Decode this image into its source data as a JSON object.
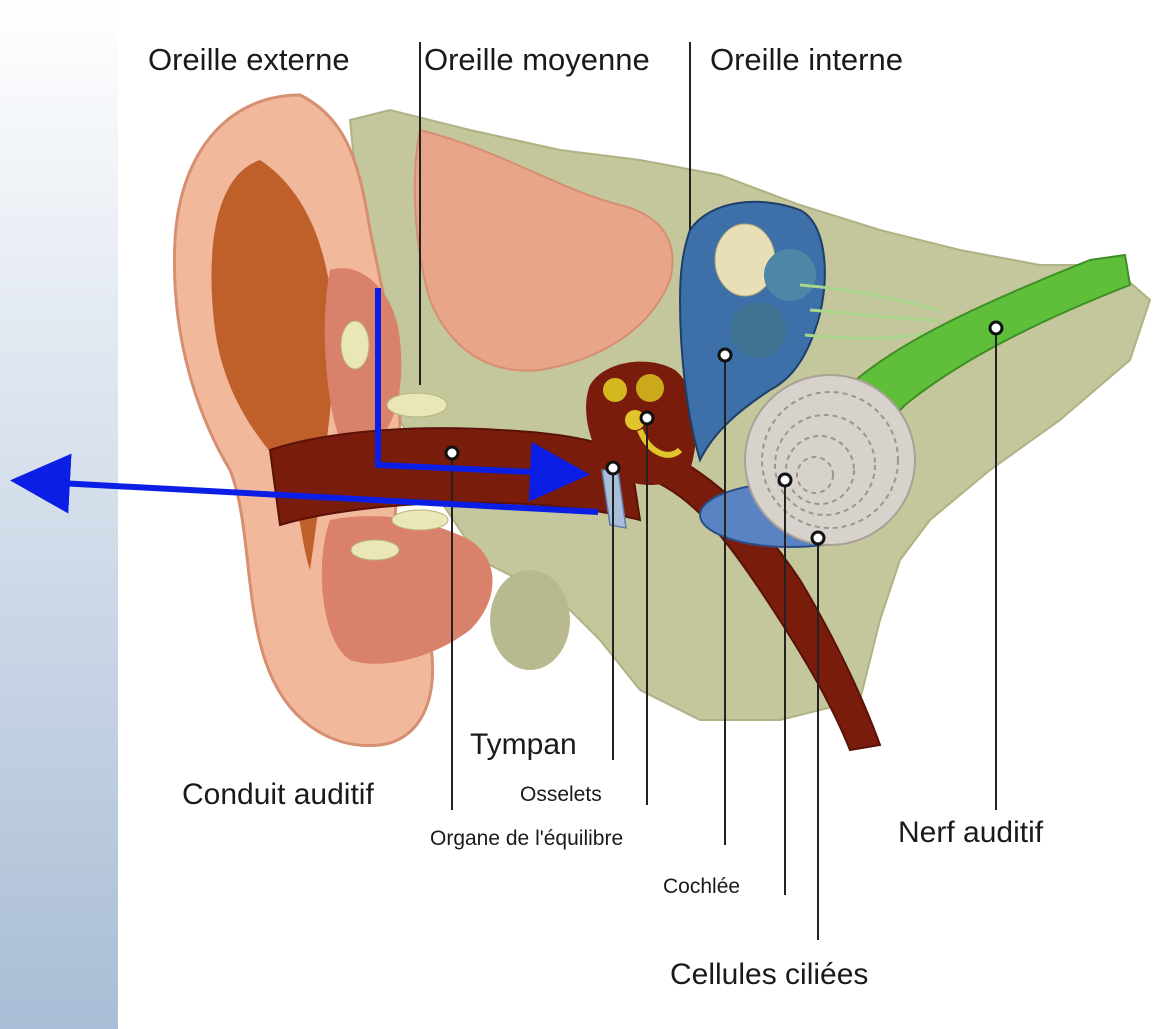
{
  "regions": {
    "outer_ear": "Oreille externe",
    "middle_ear": "Oreille moyenne",
    "inner_ear": "Oreille interne"
  },
  "labels": {
    "ear_canal": "Conduit auditif",
    "eardrum": "Tympan",
    "ossicles": "Osselets",
    "balance_organ": "Organe de l'équilibre",
    "cochlea": "Cochlée",
    "hair_cells": "Cellules ciliées",
    "auditory_nerve": "Nerf auditif"
  },
  "colors": {
    "annotation_arrow": "#0a1ee6",
    "skin": "#f0b296",
    "canal": "#7a1c0c",
    "bone": "#bfc79a",
    "inner_ear_blue": "#3d6fa8",
    "nerve_green": "#5fbf3a",
    "cochlea_grey": "#d8d2cc"
  }
}
